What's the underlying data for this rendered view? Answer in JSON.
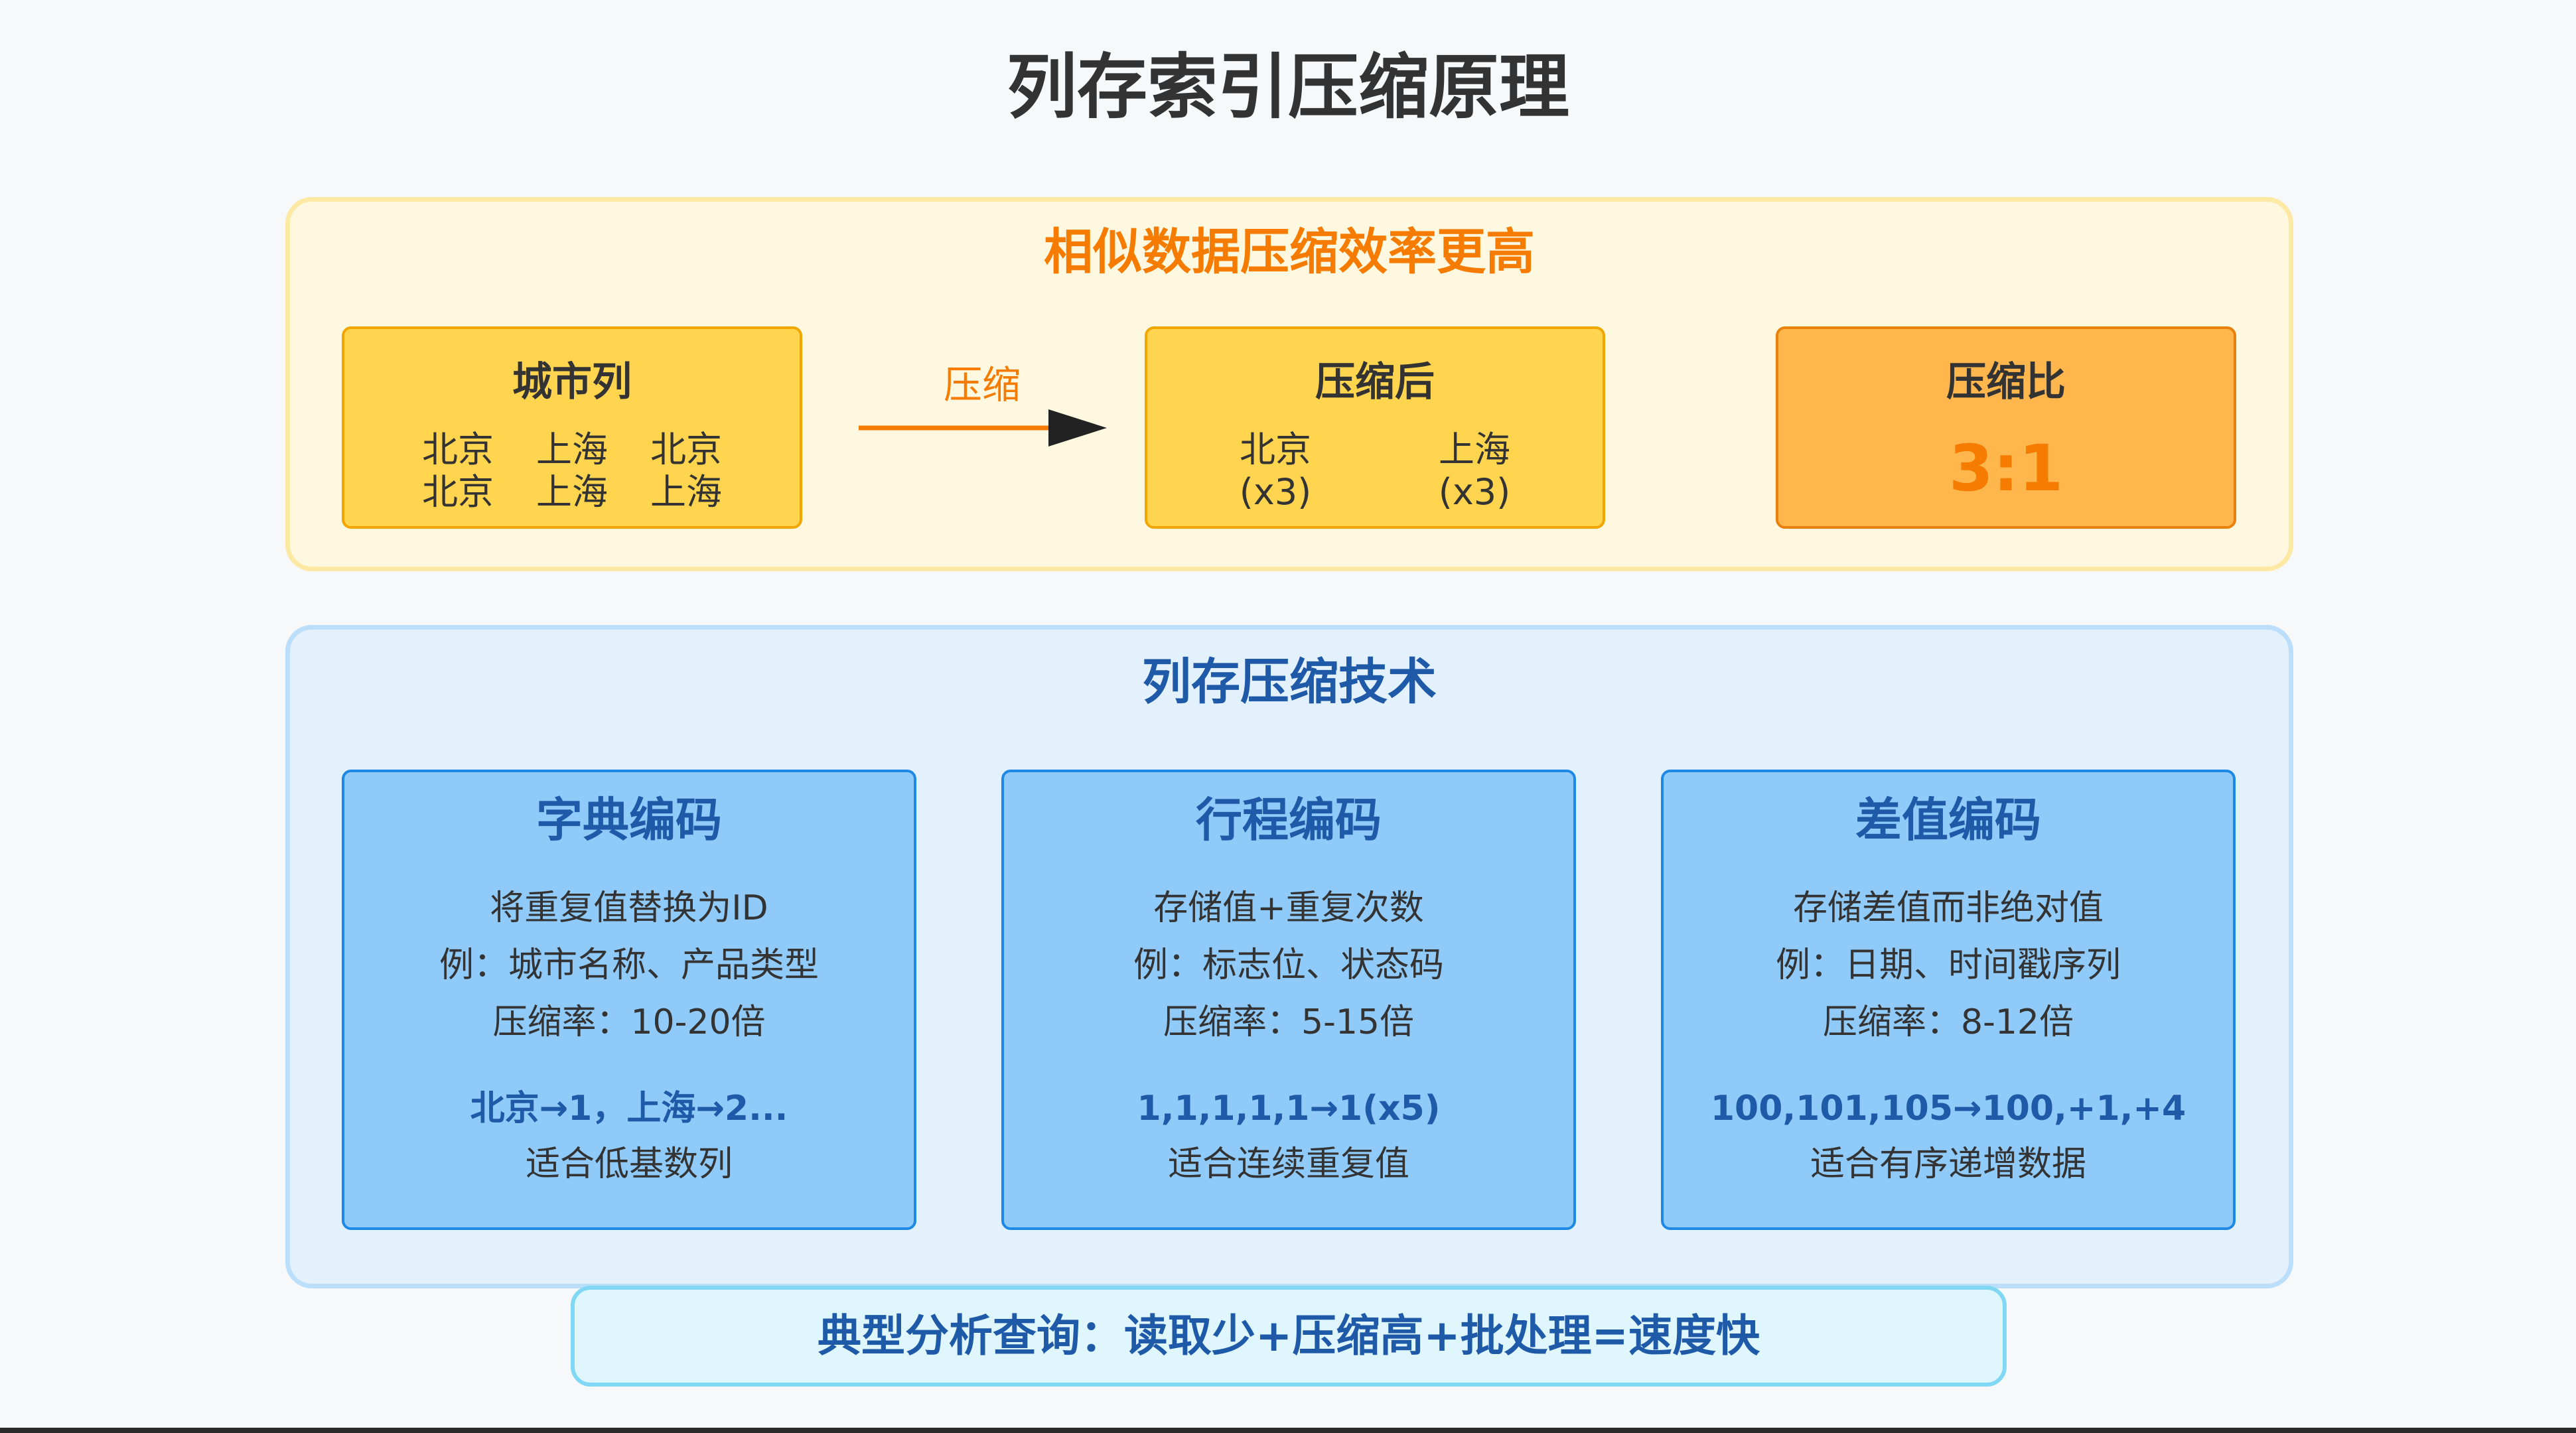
{
  "title": "列存索引压缩原理",
  "similar": {
    "title": "相似数据压缩效率更高",
    "city_box": {
      "label": "城市列",
      "cells": [
        "北京",
        "上海",
        "北京",
        "北京",
        "上海",
        "上海"
      ]
    },
    "arrow_label": "压缩",
    "compressed_box": {
      "label": "压缩后",
      "items": [
        {
          "name": "北京",
          "count": "(x3)"
        },
        {
          "name": "上海",
          "count": "(x3)"
        }
      ]
    },
    "ratio_box": {
      "label": "压缩比",
      "value": "3:1"
    }
  },
  "techniques": {
    "title": "列存压缩技术",
    "cards": [
      {
        "title": "字典编码",
        "desc": "将重复值替换为ID",
        "example_use": "例：城市名称、产品类型",
        "ratio": "压缩率：10-20倍",
        "example": "北京→1，上海→2...",
        "fit": "适合低基数列"
      },
      {
        "title": "行程编码",
        "desc": "存储值+重复次数",
        "example_use": "例：标志位、状态码",
        "ratio": "压缩率：5-15倍",
        "example": "1,1,1,1,1→1(x5)",
        "fit": "适合连续重复值"
      },
      {
        "title": "差值编码",
        "desc": "存储差值而非绝对值",
        "example_use": "例：日期、时间戳序列",
        "ratio": "压缩率：8-12倍",
        "example": "100,101,105→100,+1,+4",
        "fit": "适合有序递增数据"
      }
    ]
  },
  "banner": "典型分析查询：读取少+压缩高+批处理=速度快",
  "colors": {
    "orange_accent": "#f57c00",
    "blue_accent": "#1e5aa8",
    "yellow_box": "#ffd54f",
    "orange_box": "#ffb74d",
    "blue_card": "#90caf9"
  }
}
